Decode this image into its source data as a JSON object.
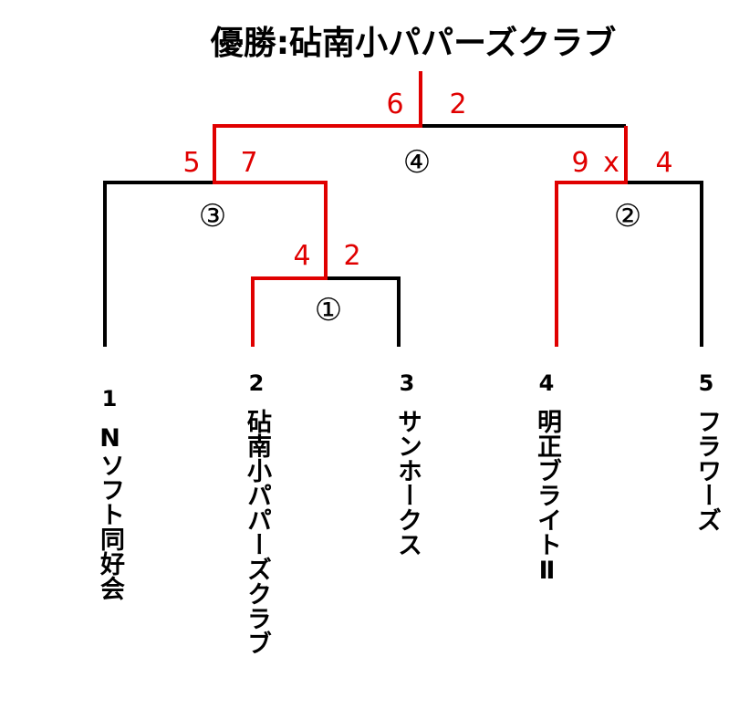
{
  "title": "優勝:砧南小パパーズクラブ",
  "colors": {
    "winner_line": "#e00000",
    "line": "#000000",
    "score": "#e00000"
  },
  "teams": [
    {
      "seed": "1",
      "name": "Nソフト同好会"
    },
    {
      "seed": "2",
      "name": "砧南小パパーズクラブ"
    },
    {
      "seed": "3",
      "name": "サンホークス"
    },
    {
      "seed": "4",
      "name": "明正ブライトⅡ"
    },
    {
      "seed": "5",
      "name": "フラワーズ"
    }
  ],
  "matches": [
    {
      "label": "①",
      "left_score": "4",
      "right_score": "2"
    },
    {
      "label": "②",
      "left_score": "9",
      "note": "x",
      "right_score": "4"
    },
    {
      "label": "③",
      "left_score": "5",
      "right_score": "7"
    },
    {
      "label": "④",
      "left_score": "6",
      "right_score": "2"
    }
  ]
}
